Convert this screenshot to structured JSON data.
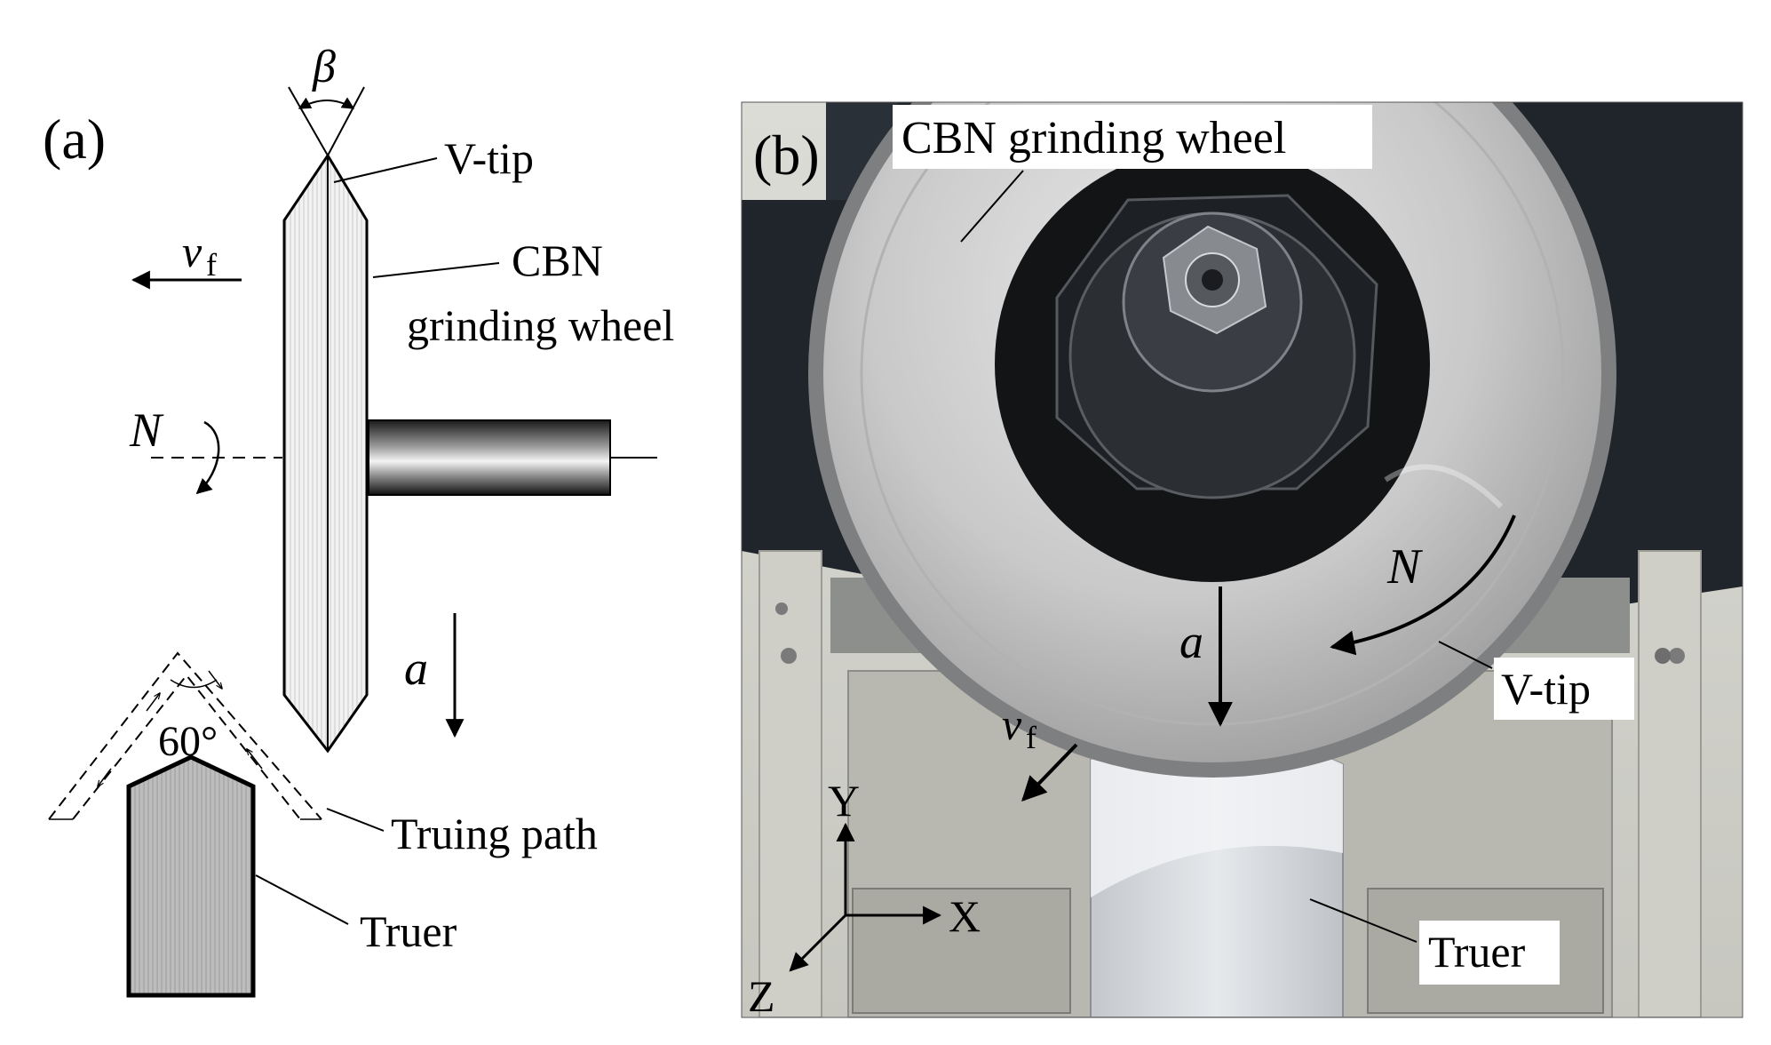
{
  "panel_a": {
    "label": "(a)",
    "beta_symbol": "β",
    "v_tip_label": "V-tip",
    "feed_symbol": "v",
    "feed_subscript": "f",
    "wheel_label_line1": "CBN",
    "wheel_label_line2": "grinding wheel",
    "rotation_symbol": "N",
    "depth_symbol": "a",
    "angle_label": "60°",
    "path_label": "Truing path",
    "truer_label": "Truer"
  },
  "panel_b": {
    "label": "(b)",
    "wheel_label": "CBN grinding wheel",
    "rotation_symbol": "N",
    "depth_symbol": "a",
    "v_tip_label": "V-tip",
    "feed_symbol": "v",
    "feed_subscript": "f",
    "axis_y": "Y",
    "axis_x": "X",
    "axis_z": "Z",
    "truer_label": "Truer"
  }
}
